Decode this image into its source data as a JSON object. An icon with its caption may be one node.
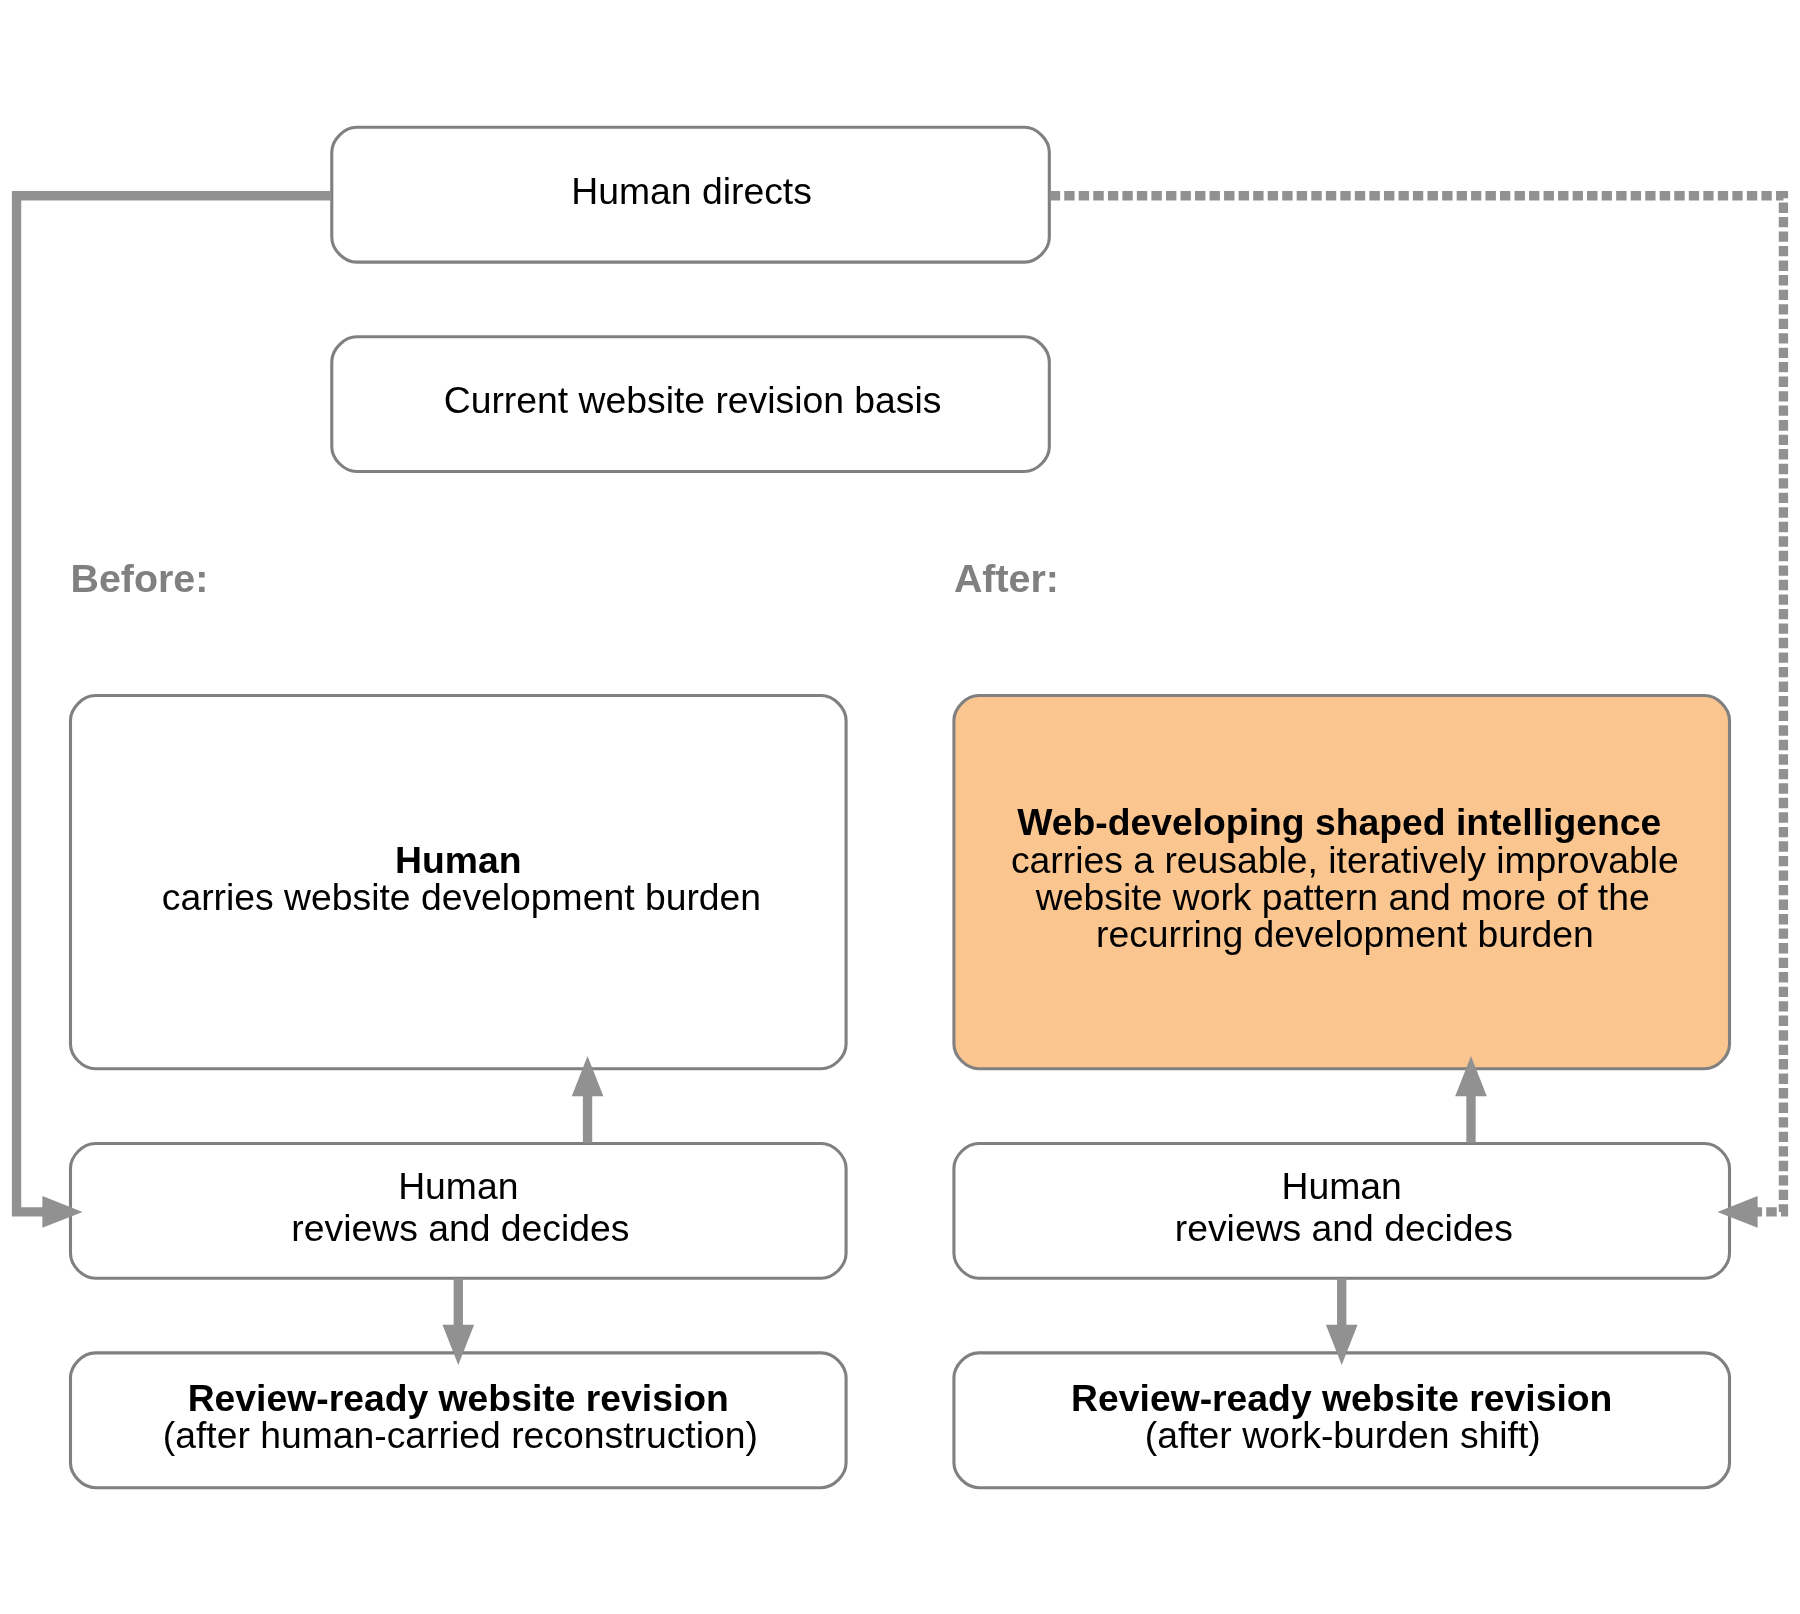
{
  "diagram": {
    "nodes": [
      {
        "text": [
          "Human directs"
        ]
      },
      {
        "text": [
          "Current website revision basis"
        ]
      },
      {
        "text": [
          "Human",
          "carries website development burden"
        ]
      },
      {
        "text": [
          "Web-developing shaped intelligence",
          "carries a reusable, iteratively improvable website work pattern and more of the recurring development burden"
        ]
      },
      {
        "text": [
          "Human",
          "reviews and decides"
        ]
      },
      {
        "text": [
          "Human",
          "reviews and decides"
        ]
      },
      {
        "text": [
          "Review-ready website revision",
          "(after human-carried reconstruction)"
        ]
      },
      {
        "text": [
          "Review-ready website revision",
          "(after work-burden shift)"
        ]
      }
    ],
    "edges": [
      {
        "from": 0,
        "to": 4,
        "arrow": "to"
      },
      {
        "from": 0,
        "to": 5,
        "arrow": "to",
        "style": "dashed"
      },
      {
        "from": 4,
        "to": 2,
        "arrow": "to"
      },
      {
        "from": 5,
        "to": 3,
        "arrow": "to"
      },
      {
        "from": 4,
        "to": 6,
        "arrow": "to"
      },
      {
        "from": 5,
        "to": 7,
        "arrow": "to"
      }
    ],
    "labels": [
      "Before:",
      "After:"
    ]
  }
}
